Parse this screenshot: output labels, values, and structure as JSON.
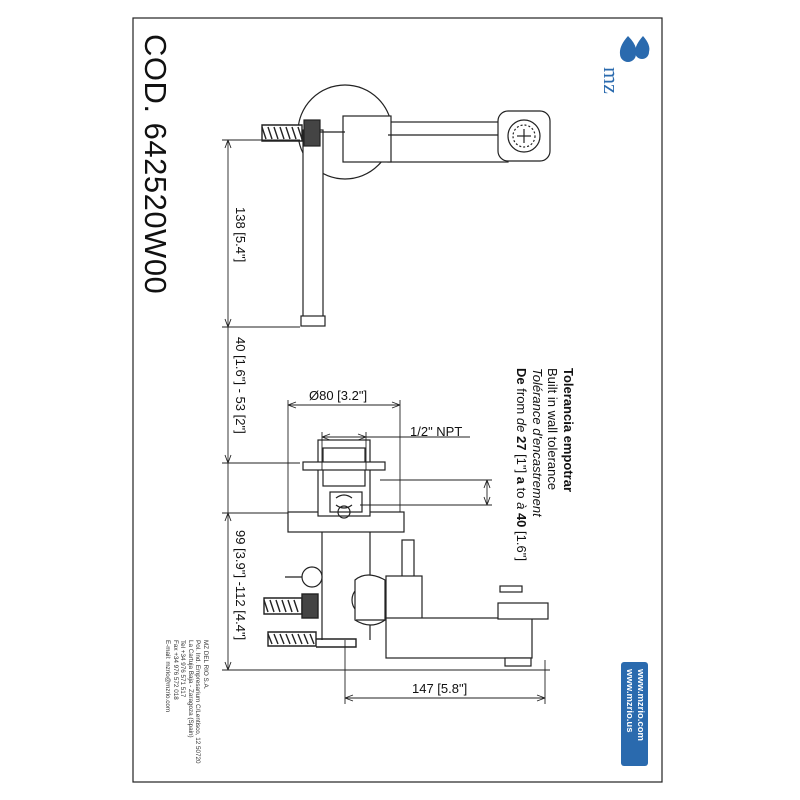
{
  "product_code": "COD. 642520W00",
  "brand": {
    "logo_text": "mz",
    "color": "#2a6aae"
  },
  "dimensions": {
    "height_138": "138 [5.4\"]",
    "wall_40_53": "40 [1.6\"] - 53 [2\"]",
    "depth_99_112": "99 [3.9\"] -112 [4.4\"]",
    "diameter_80": "Ø80 [3.2\"]",
    "thread": "1/2\" NPT",
    "length_147": "147 [5.8\"]"
  },
  "tolerance": {
    "title": "Tolerancia empotrar",
    "en": "Built in wall tolerance",
    "fr": "Tolérance d'encastrement",
    "range_de": "De",
    "range_from": "from",
    "range_de_it": "de",
    "range_v1": "27",
    "range_v1_in": "[1\"]",
    "range_a": "a",
    "range_to": "to",
    "range_a2": "à",
    "range_v2": "40",
    "range_v2_in": "[1.6\"]"
  },
  "company": {
    "line1": "MZ DEL RIO S.A.",
    "line2": "Pol. Ind. Empresarium C/Lentisco, 12 50720",
    "line3": "La Cartuja Baja - Zaragoza (Spain)",
    "line4": "Tel +34 976 571 517",
    "line5": "Fax +34 976 572 018",
    "line6": "E-mail: mzrio@mzrio.com"
  },
  "websites": [
    "www.mzrio.com",
    "www.mzrio.us"
  ]
}
